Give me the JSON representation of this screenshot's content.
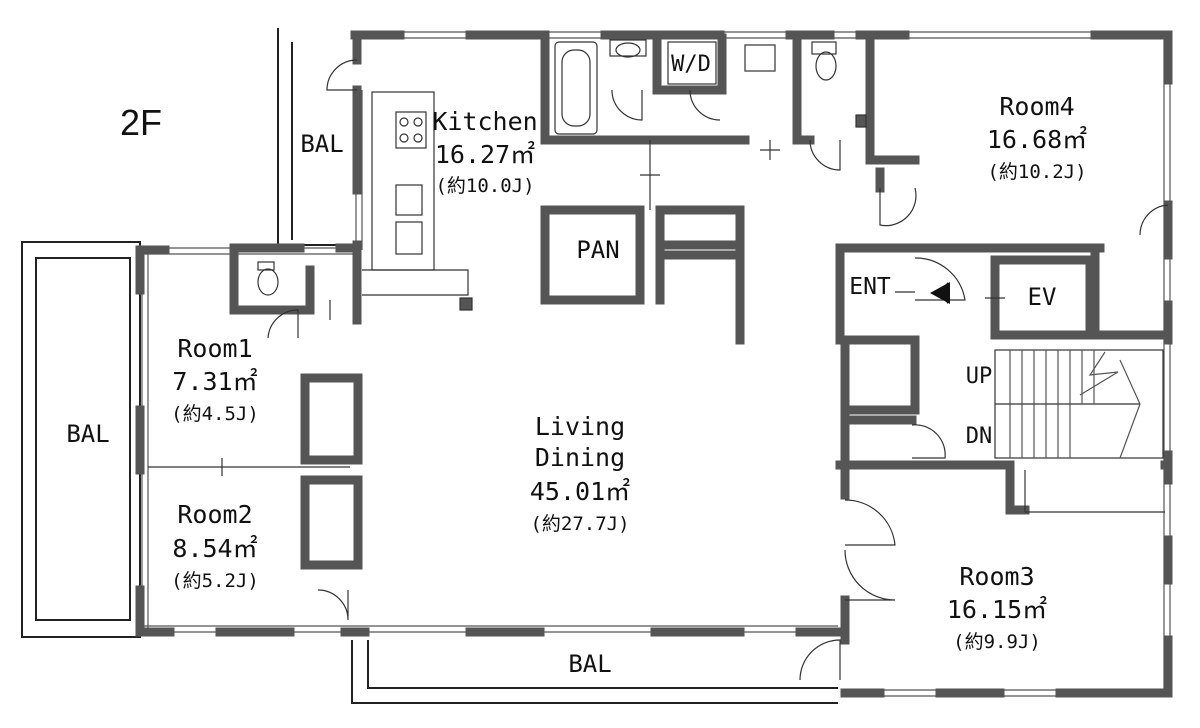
{
  "floor": "2F",
  "rooms": {
    "kitchen": {
      "name": "Kitchen",
      "area": "16.27㎡",
      "jo": "(約10.0J)"
    },
    "room4": {
      "name": "Room4",
      "area": "16.68㎡",
      "jo": "(約10.2J)"
    },
    "room1": {
      "name": "Room1",
      "area": "7.31㎡",
      "jo": "(約4.5J)"
    },
    "room2": {
      "name": "Room2",
      "area": "8.54㎡",
      "jo": "(約5.2J)"
    },
    "living": {
      "name1": "Living",
      "name2": "Dining",
      "area": "45.01㎡",
      "jo": "(約27.7J)"
    },
    "room3": {
      "name": "Room3",
      "area": "16.15㎡",
      "jo": "(約9.9J)"
    }
  },
  "labels": {
    "bal_top": "BAL",
    "bal_left": "BAL",
    "bal_bottom": "BAL",
    "pan": "PAN",
    "wd": "W/D",
    "ent": "ENT",
    "ev": "EV",
    "up": "UP",
    "dn": "DN"
  }
}
